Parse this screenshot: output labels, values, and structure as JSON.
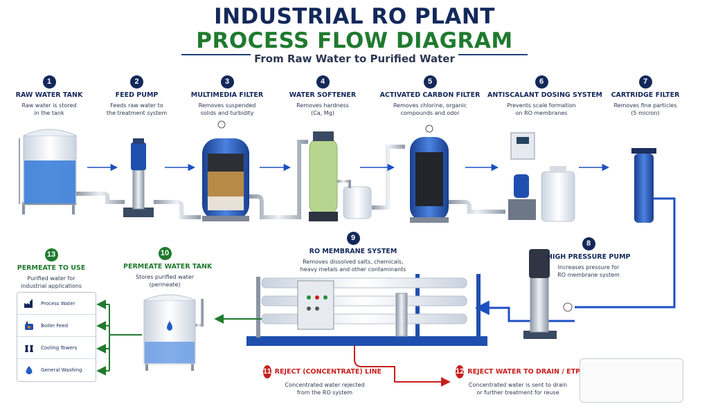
{
  "title_line1": "INDUSTRIAL RO PLANT",
  "title_line2": "PROCESS FLOW DIAGRAM",
  "subtitle": "From Raw Water to Purified Water",
  "colors": {
    "navy": "#13285a",
    "green": "#1f7a2e",
    "red": "#c81e1e",
    "blue_line": "#1d4fc4",
    "tank_water": "#3d7fd9"
  },
  "steps": [
    {
      "num": "1",
      "title": "RAW WATER TANK",
      "desc": [
        "Raw water is stored",
        "in the tank"
      ]
    },
    {
      "num": "2",
      "title": "FEED PUMP",
      "desc": [
        "Feeds raw water to",
        "the treatment system"
      ]
    },
    {
      "num": "3",
      "title": "MULTIMEDIA FILTER",
      "desc": [
        "Removes suspended",
        "solids and turbidity"
      ]
    },
    {
      "num": "4",
      "title": "WATER SOFTENER",
      "desc": [
        "Removes hardness",
        "(Ca, Mg)"
      ]
    },
    {
      "num": "5",
      "title": "ACTIVATED CARBON FILTER",
      "desc": [
        "Removes chlorine, organic",
        "compounds and odor"
      ]
    },
    {
      "num": "6",
      "title": "ANTISCALANT DOSING SYSTEM",
      "desc": [
        "Prevents scale formation",
        "on RO membranes"
      ]
    },
    {
      "num": "7",
      "title": "CARTRIDGE FILTER",
      "desc": [
        "Removes fine particles",
        "(5 micron)"
      ]
    },
    {
      "num": "8",
      "title": "HIGH PRESSURE PUMP",
      "desc": [
        "Increases pressure for",
        "RO membrane system"
      ]
    },
    {
      "num": "9",
      "title": "RO MEMBRANE SYSTEM",
      "desc": [
        "Removes dissolved salts, chemicals,",
        "heavy metals and other contaminants"
      ]
    },
    {
      "num": "10",
      "title": "PERMEATE WATER TANK",
      "desc": [
        "Stores purified water",
        "(permeate)"
      ]
    },
    {
      "num": "11",
      "title": "REJECT (CONCENTRATE) LINE",
      "desc": [
        "Concentrated water rejected",
        "from the RO system"
      ]
    },
    {
      "num": "12",
      "title": "REJECT WATER TO DRAIN / ETP / ZLD",
      "desc": [
        "Concentrated water is sent to drain",
        "or further treatment for reuse"
      ]
    },
    {
      "num": "13",
      "title": "PERMEATE TO USE",
      "desc": [
        "Purified water for",
        "industrial applications"
      ]
    }
  ],
  "applications": [
    {
      "label": "Process Water",
      "icon": "factory-icon"
    },
    {
      "label": "Boiler Feed",
      "icon": "boiler-icon"
    },
    {
      "label": "Cooling Towers",
      "icon": "cooling-tower-icon"
    },
    {
      "label": "General Washing",
      "icon": "water-drop-icon"
    }
  ]
}
